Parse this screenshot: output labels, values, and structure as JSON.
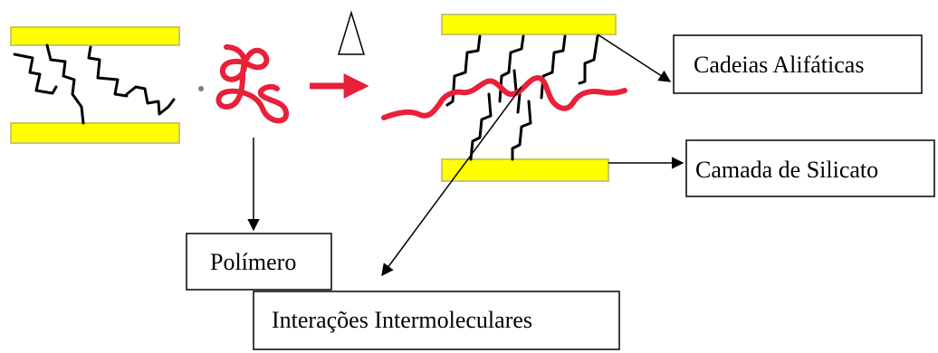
{
  "labels": {
    "heat_symbol": "∆",
    "aliphatic_chains": "Cadeias Alifáticas",
    "silicate_layer": "Camada de Silicato",
    "polymer": "Polímero",
    "intermolecular": "Interações Intermoleculares"
  },
  "colors": {
    "silicate_fill": "#ffff00",
    "silicate_shadow": "#c8c864",
    "polymer": "#e8203a",
    "chain": "#000000"
  }
}
